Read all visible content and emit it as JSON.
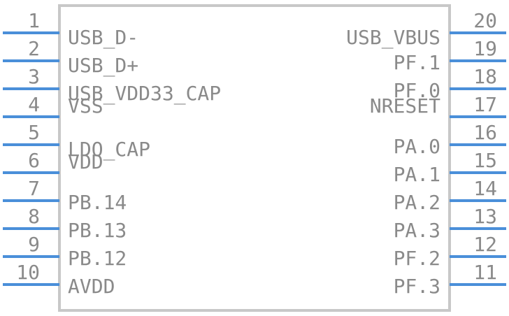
{
  "colors": {
    "body_stroke": "#c8c8c8",
    "pin": "#4a8fd9",
    "text": "#8a8a8a",
    "background": "#ffffff"
  },
  "left_pins": [
    {
      "number": "1",
      "label": "USB_D-"
    },
    {
      "number": "2",
      "label": "USB_D+"
    },
    {
      "number": "3",
      "label": "USB_VDD33_CAP"
    },
    {
      "number": "4",
      "label": "VSS"
    },
    {
      "number": "5",
      "label": "LDO_CAP"
    },
    {
      "number": "6",
      "label": "VDD"
    },
    {
      "number": "7",
      "label": "PB.14"
    },
    {
      "number": "8",
      "label": "PB.13"
    },
    {
      "number": "9",
      "label": "PB.12"
    },
    {
      "number": "10",
      "label": "AVDD"
    }
  ],
  "right_pins": [
    {
      "number": "20",
      "label": "USB_VBUS"
    },
    {
      "number": "19",
      "label": "PF.1"
    },
    {
      "number": "18",
      "label": "PF.0"
    },
    {
      "number": "17",
      "label": "NRESET"
    },
    {
      "number": "16",
      "label": "PA.0"
    },
    {
      "number": "15",
      "label": "PA.1"
    },
    {
      "number": "14",
      "label": "PA.2"
    },
    {
      "number": "13",
      "label": "PA.3"
    },
    {
      "number": "12",
      "label": "PF.2"
    },
    {
      "number": "11",
      "label": "PF.3"
    }
  ]
}
